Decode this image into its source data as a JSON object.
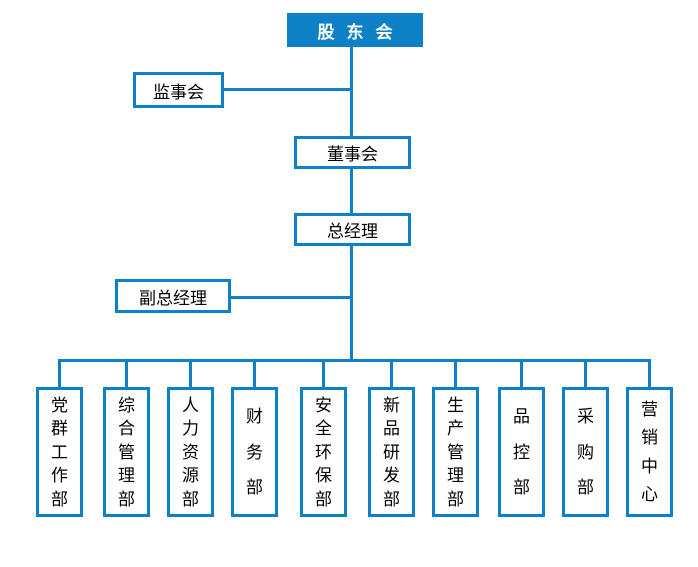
{
  "colors": {
    "primary_blue": "#0d80c8",
    "node_fill_white": "#ffffff",
    "text_dark": "#000000",
    "root_text_white": "#ffffff"
  },
  "org_chart": {
    "type": "organization-chart",
    "root": {
      "label": "股东会"
    },
    "supervisory_board": {
      "label": "监事会"
    },
    "board_of_directors": {
      "label": "董事会"
    },
    "general_manager": {
      "label": "总经理"
    },
    "deputy_general_manager": {
      "label": "副总经理"
    },
    "departments": [
      {
        "label": "党群工作部"
      },
      {
        "label": "综合管理部"
      },
      {
        "label": "人力资源部"
      },
      {
        "label": "财务部"
      },
      {
        "label": "安全环保部"
      },
      {
        "label": "新品研发部"
      },
      {
        "label": "生产管理部"
      },
      {
        "label": "品控部"
      },
      {
        "label": "采购部"
      },
      {
        "label": "营销中心"
      }
    ],
    "hierarchy_note": "股东会 > 董事会 > 总经理 > 10 departments; 监事会 reports beside 股东会/董事会 link; 副总经理 beside 总经理/departments link"
  }
}
